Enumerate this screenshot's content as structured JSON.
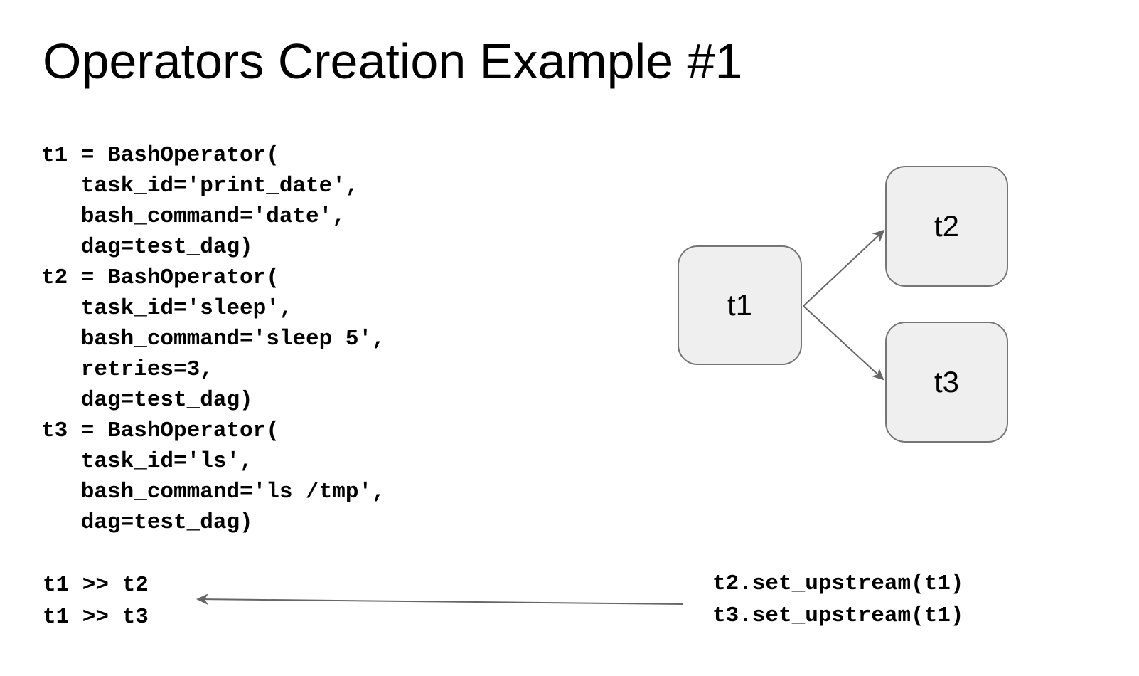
{
  "slide": {
    "title": "Operators Creation Example #1"
  },
  "code_main": {
    "lines": [
      "t1 = BashOperator(",
      "   task_id='print_date',",
      "   bash_command='date',",
      "   dag=test_dag)",
      "t2 = BashOperator(",
      "   task_id='sleep',",
      "   bash_command='sleep 5',",
      "   retries=3,",
      "   dag=test_dag)",
      "t3 = BashOperator(",
      "   task_id='ls',",
      "   bash_command='ls /tmp',",
      "   dag=test_dag)"
    ]
  },
  "code_chain": {
    "lines": [
      "t1 >> t2",
      "t1 >> t3"
    ]
  },
  "code_upstream": {
    "lines": [
      "t2.set_upstream(t1)",
      "t3.set_upstream(t1)"
    ]
  },
  "diagram": {
    "nodes": [
      {
        "id": "t1",
        "label": "t1"
      },
      {
        "id": "t2",
        "label": "t2"
      },
      {
        "id": "t3",
        "label": "t3"
      }
    ],
    "edges": [
      {
        "from": "t1",
        "to": "t2"
      },
      {
        "from": "t1",
        "to": "t3"
      }
    ],
    "annotation_arrow": "points from set_upstream code to >> chain code (equivalent syntax)"
  },
  "colors": {
    "node_fill": "#efefef",
    "node_border": "#757575",
    "arrow": "#666666",
    "text": "#000000",
    "background": "#ffffff"
  }
}
